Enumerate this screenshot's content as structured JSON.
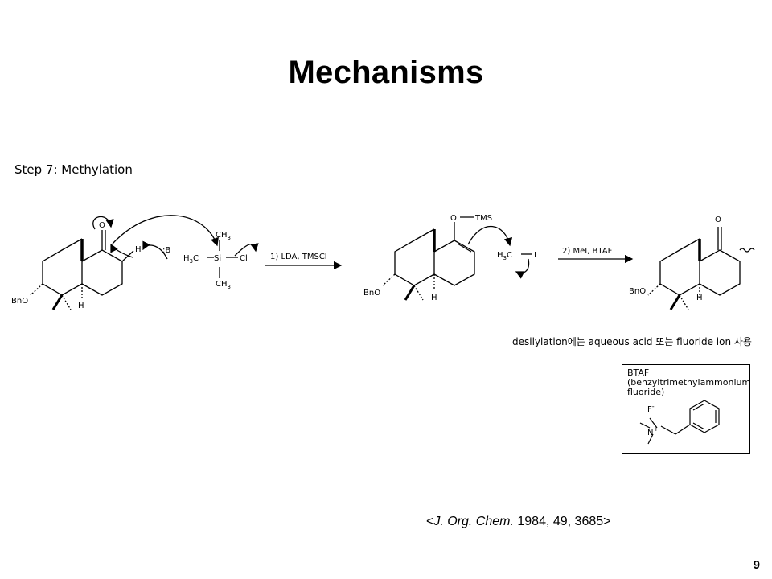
{
  "slide": {
    "title": "Mechanisms",
    "step_label": "Step 7",
    "step_sep": ": ",
    "step_name": "Methylation",
    "page_number": "9"
  },
  "scheme": {
    "reagent_1": "1) LDA, TMSCl",
    "reagent_2": "2) MeI, BTAF",
    "base_label": ":B",
    "h_label": "H",
    "o_label": "O",
    "bno_label": "BnO",
    "tms_label": "TMS",
    "cl_label": "Cl",
    "i_label": "I",
    "si_label": "Si",
    "ch3_label": "CH",
    "h3c_label": "H",
    "sub3": "3",
    "c_label": "C",
    "f_label": "F",
    "n_label": "N",
    "minus": "-",
    "plus": "+"
  },
  "note": {
    "text": "desilylation에는 aqueous acid 또는 fluoride ion 사용"
  },
  "btaf": {
    "line1": "BTAF",
    "line2": "(benzyltrimethylammonium",
    "line3": "fluoride)"
  },
  "reference": {
    "open": "<",
    "journal": "J. Org. Chem.",
    "details": " 1984, 49, 3685>"
  }
}
